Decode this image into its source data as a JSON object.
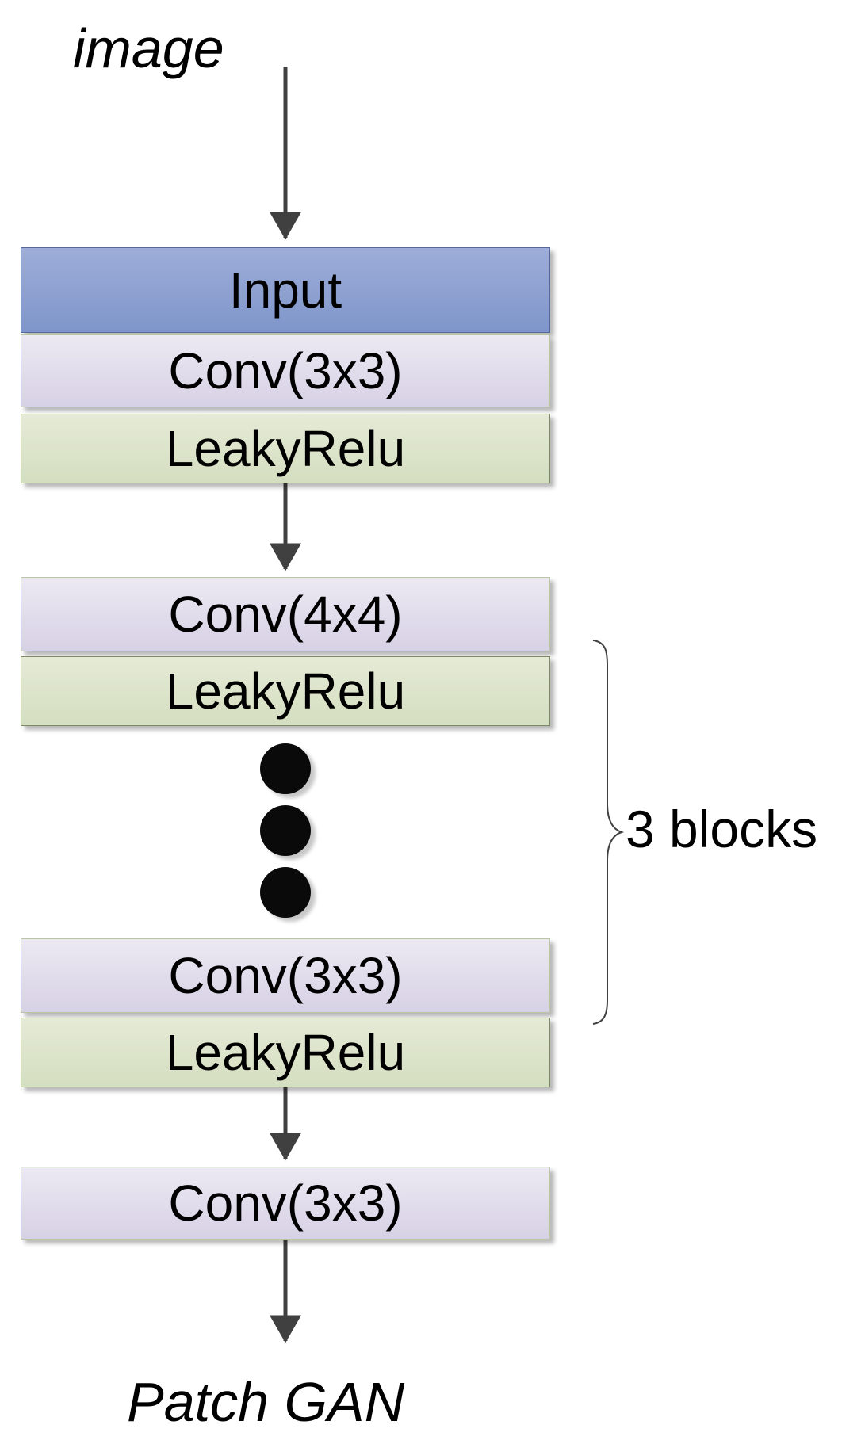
{
  "input_label": "image",
  "output_label": "Patch GAN",
  "blocks": {
    "input": "Input",
    "conv1": "Conv(3x3)",
    "relu1": "LeakyRelu",
    "conv2": "Conv(4x4)",
    "relu2": "LeakyRelu",
    "conv3": "Conv(3x3)",
    "relu3": "LeakyRelu",
    "conv4": "Conv(3x3)"
  },
  "brace_label": "3 blocks",
  "colors": {
    "input_block": "#8b9fd0",
    "conv_block": "#e0dcea",
    "relu_block": "#dbe3cb",
    "arrow": "#404040"
  }
}
